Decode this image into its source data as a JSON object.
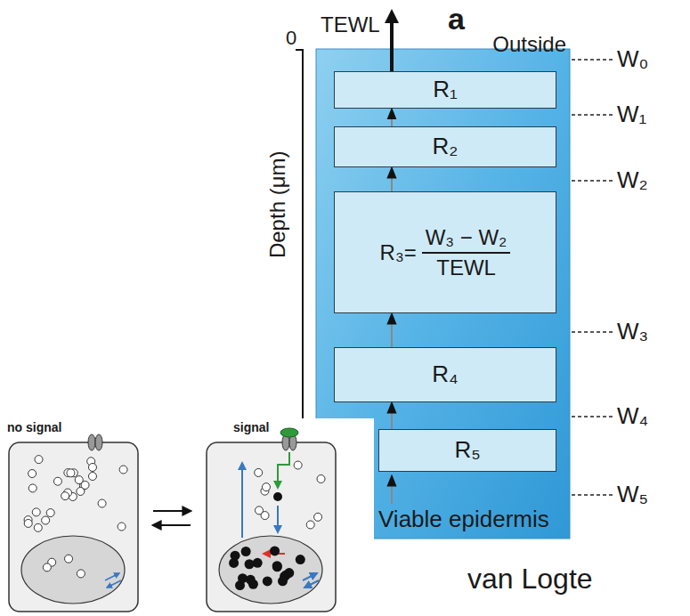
{
  "diagram": {
    "nodes": [
      {
        "text": [
          "Outside",
          "Viable epidermis"
        ]
      },
      {
        "text": [
          "R₁"
        ],
        "in": 0
      },
      {
        "text": [
          "R₂"
        ],
        "in": 0
      },
      {
        "text": [
          "R₃=",
          "W₃ − W₂",
          "TEWL"
        ],
        "in": 0
      },
      {
        "text": [
          "R₄"
        ],
        "in": 0
      },
      {
        "text": [
          "R₅"
        ],
        "in": 0
      }
    ],
    "edges": [
      {
        "from": 5,
        "to": 4,
        "arrow": "to"
      },
      {
        "from": 4,
        "to": 3,
        "arrow": "to"
      },
      {
        "from": 3,
        "to": 2,
        "arrow": "to"
      },
      {
        "from": 2,
        "to": 1,
        "arrow": "to"
      }
    ],
    "labels": [
      "a",
      "TEWL",
      "0",
      "Depth (μm)",
      "W₀",
      "W₁",
      "W₂",
      "W₃",
      "W₄",
      "W₅",
      "no signal",
      "signal",
      "van Logte"
    ]
  }
}
